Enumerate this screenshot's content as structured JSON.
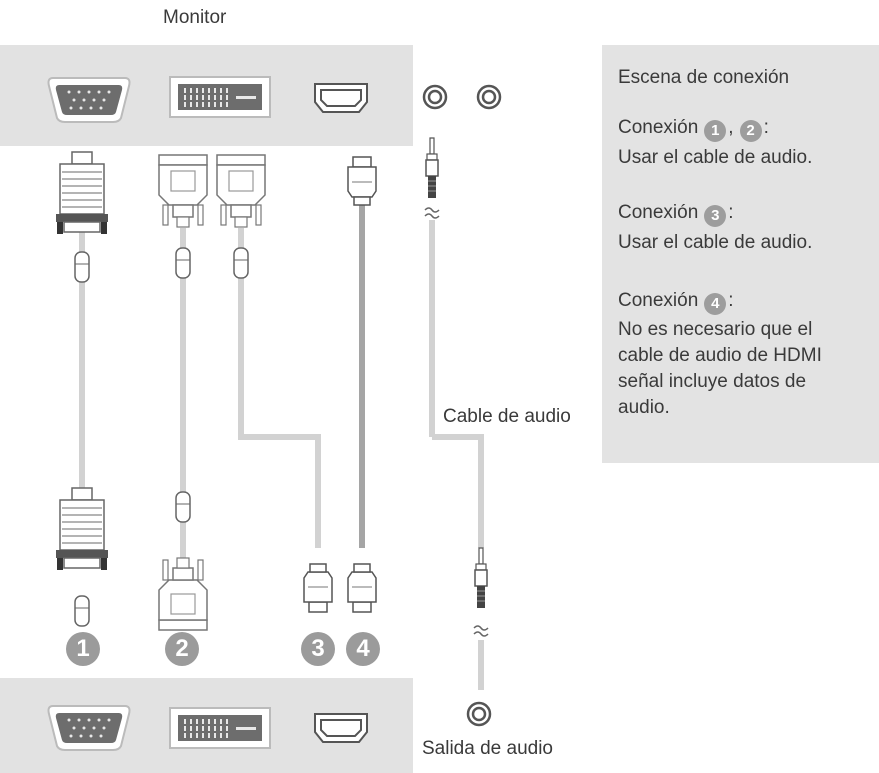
{
  "top_label": "Monitor",
  "cable_audio_label": "Cable de audio",
  "audio_out_label": "Salida de audio",
  "numbers": [
    "1",
    "2",
    "3",
    "4"
  ],
  "panel": {
    "title": "Escena de conexión",
    "conn12_prefix": "Conexión",
    "conn12_sep": ",",
    "conn12_suffix": ":",
    "conn12_text": "Usar el cable de audio.",
    "conn3_prefix": "Conexión",
    "conn3_suffix": ":",
    "conn3_text": "Usar el cable de audio.",
    "conn4_prefix": "Conexión",
    "conn4_suffix": ":",
    "conn4_lines": [
      "No es necesario que el",
      "cable de audio de HDMI",
      "señal incluye datos de",
      "audio."
    ]
  }
}
